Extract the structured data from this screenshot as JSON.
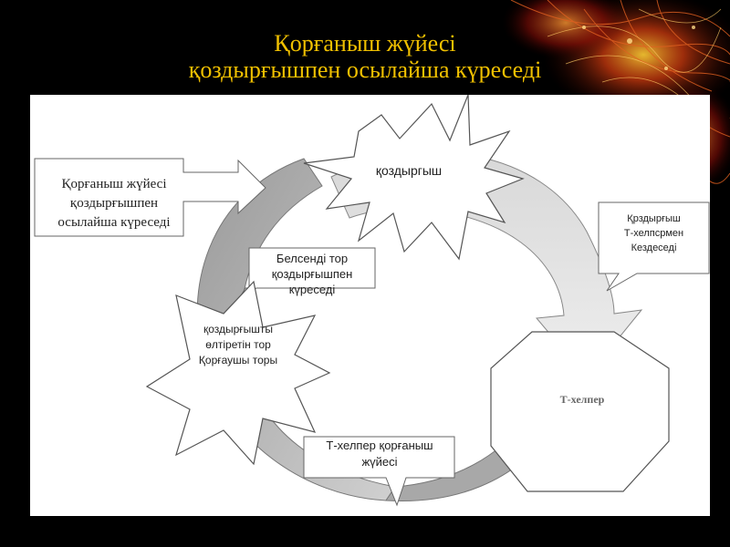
{
  "title": {
    "line1": "Қорғаныш  жүйесі",
    "line2": "қоздырғышпен осылайша күреседі"
  },
  "diagram": {
    "left_box": [
      "Қорғаныш  жүйесі",
      "қоздырғышпен",
      "осылайша күреседі"
    ],
    "pathogen_star": "қоздыргыш",
    "right_box": [
      "Қрздырғыш",
      "Т-хелпсрмен",
      "Кездеседі"
    ],
    "active_network": [
      "Белсенді тор",
      "қоздырғышпен",
      "күреседі"
    ],
    "killer_star": [
      "қоздырғышты",
      "өлтіретін тор",
      "Қорғаушы торы"
    ],
    "t_helper": "Т-хелпер",
    "t_helper_system": [
      "Т-хелпер қорғаныш",
      "жүйесі"
    ]
  },
  "colors": {
    "title": "#f0c000",
    "background": "#000000",
    "panel": "#ffffff"
  }
}
